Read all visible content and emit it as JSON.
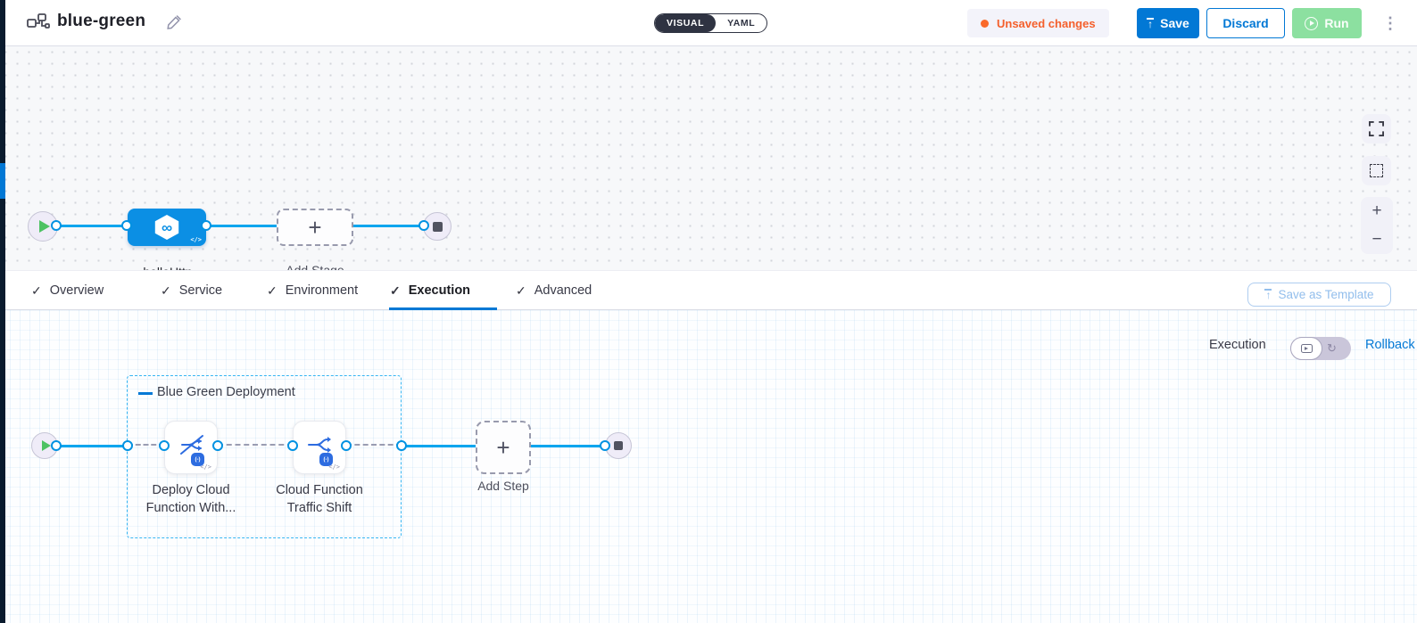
{
  "header": {
    "title": "blue-green",
    "toggle": {
      "visual": "VISUAL",
      "yaml": "YAML"
    },
    "unsaved": "Unsaved changes",
    "save": "Save",
    "discard": "Discard",
    "run": "Run"
  },
  "stage_canvas": {
    "stage_name": "helloHttp",
    "add_stage": "Add Stage"
  },
  "tabs": {
    "items": [
      {
        "label": "Overview"
      },
      {
        "label": "Service"
      },
      {
        "label": "Environment"
      },
      {
        "label": "Execution"
      },
      {
        "label": "Advanced"
      }
    ],
    "active_tab": "Execution",
    "save_as_template": "Save as Template"
  },
  "execution": {
    "mode_label": "Execution",
    "rollback": "Rollback",
    "group_title": "Blue Green Deployment",
    "steps": [
      {
        "name": "Deploy Cloud Function With..."
      },
      {
        "name": "Cloud Function Traffic Shift"
      }
    ],
    "add_step": "Add Step"
  },
  "icons": {
    "check": "✓",
    "plus": "+",
    "zoom_out": "−",
    "kebab": "⋮",
    "infinity": "∞",
    "code": "</>",
    "upload_arrow": "↑",
    "badge_fn": "(-)",
    "rollback_arrow": "↻"
  },
  "colors": {
    "primary_blue": "#0278d5",
    "flow_blue": "#0aa5ee",
    "stage_node_blue": "#0b8fe4",
    "unsaved_orange": "#f4602c",
    "run_green": "#8ce0a0",
    "nav_strip_dark": "#0a1b2e",
    "group_border_blue": "#36b5f2",
    "step_icon_blue": "#2d6ce0"
  }
}
